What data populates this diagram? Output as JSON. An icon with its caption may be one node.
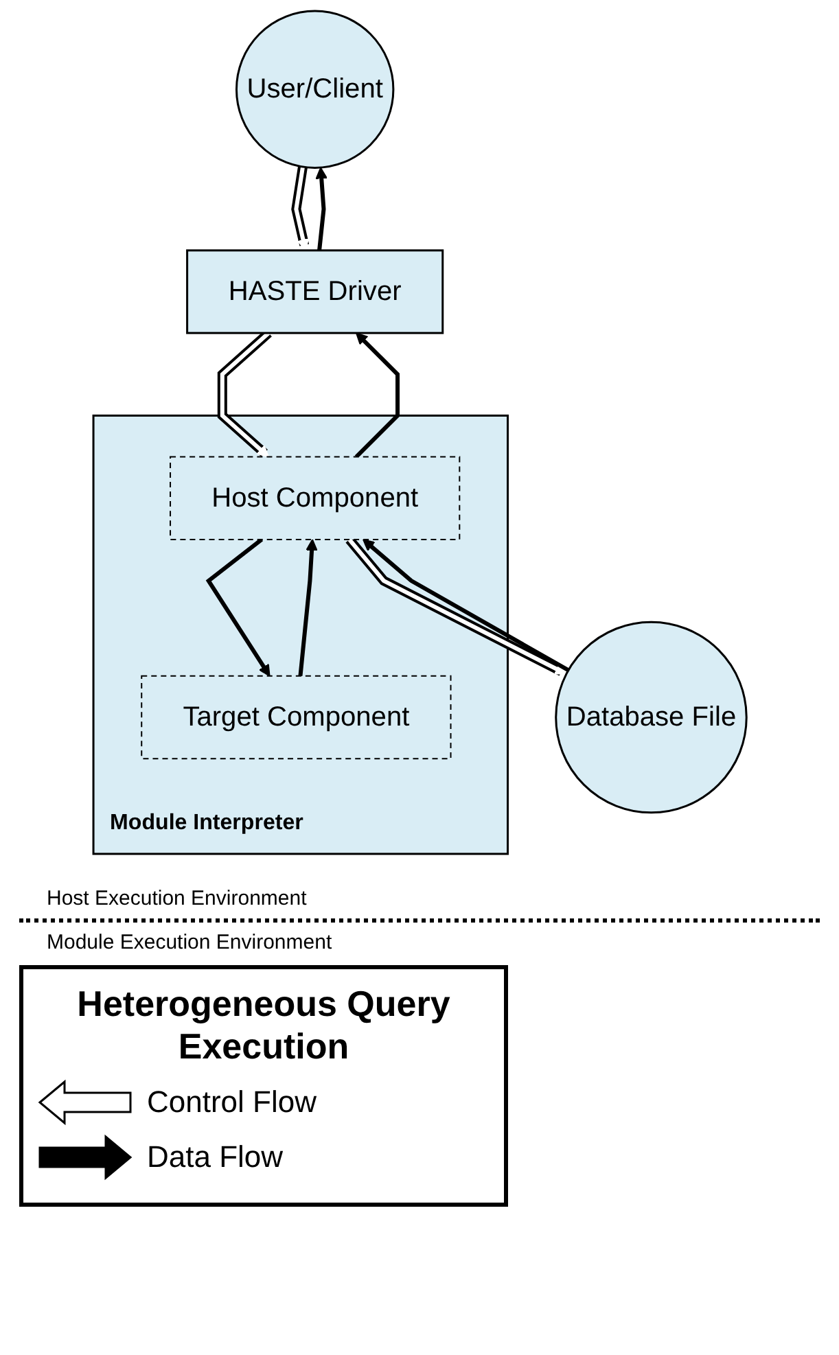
{
  "diagram": {
    "nodes": [
      {
        "text": [
          "User/Client"
        ]
      },
      {
        "text": [
          "HASTE Driver"
        ]
      },
      {
        "text": [
          "Module Interpreter"
        ]
      },
      {
        "text": [
          "Database File"
        ]
      },
      {
        "text": [
          "Host Component"
        ],
        "in": 2
      },
      {
        "text": [
          "Target Component"
        ],
        "in": 2
      }
    ],
    "edges": [
      {
        "from": 1,
        "to": 0,
        "arrow": "to"
      },
      {
        "from": 0,
        "to": 1,
        "arrow": "to",
        "color": "#ffffff"
      },
      {
        "from": 1,
        "to": 4,
        "arrow": "to",
        "color": "#ffffff"
      },
      {
        "from": 4,
        "to": 1,
        "arrow": "to"
      },
      {
        "from": 4,
        "to": 3,
        "arrow": "to",
        "color": "#ffffff"
      },
      {
        "from": 3,
        "to": 4,
        "arrow": "to"
      },
      {
        "from": 4,
        "to": 5,
        "arrow": "to"
      },
      {
        "from": 5,
        "to": 4,
        "arrow": "to"
      }
    ],
    "labels": [
      "Host Execution Environment",
      "Module Execution Environment",
      "Heterogeneous Query Execution"
    ],
    "legend": [
      {
        "text": "Control Flow"
      },
      {
        "text": "Data Flow"
      }
    ]
  }
}
